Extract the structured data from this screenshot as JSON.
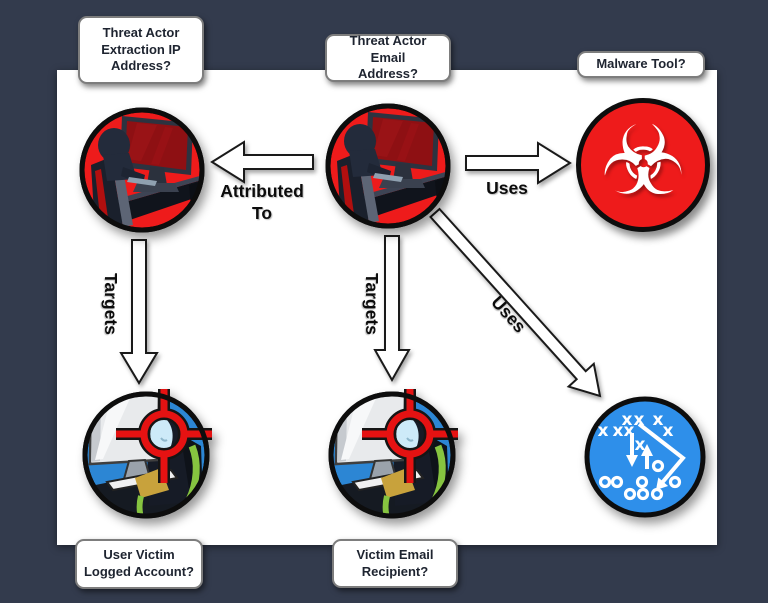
{
  "colors": {
    "background": "#333b4d",
    "canvas": "#ffffff",
    "node_red": "#ee1b1b",
    "victim_blue": "#2c86d4",
    "playbook_blue": "#2e8fea",
    "crosshair_red": "#e51212",
    "screen_red": "#8e1013",
    "arrow_fill": "#ffffff",
    "arrow_outline": "#1a1a1a",
    "box_border": "#7d7d7d",
    "label_text": "#1e2430",
    "edge_label_text": "#0c0c0c"
  },
  "nodes": {
    "threat_actor_ip": {
      "question": "Threat Actor\nExtraction IP\nAddress?",
      "icon": "threat-actor-at-computer-icon"
    },
    "threat_actor_email": {
      "question": "Threat Actor Email\nAddress?",
      "icon": "threat-actor-at-computer-icon"
    },
    "malware": {
      "question": "Malware Tool?",
      "icon": "biohazard-icon",
      "glyph": "☣"
    },
    "victim_account": {
      "question": "User Victim\nLogged Account?",
      "icon": "targeted-victim-icon"
    },
    "victim_email": {
      "question": "Victim Email\nRecipient?",
      "icon": "targeted-victim-icon"
    },
    "playbook": {
      "icon": "attack-playbook-icon",
      "x_char": "x"
    }
  },
  "edges": {
    "attributed_to": {
      "label": "Attributed\nTo",
      "from": "threat_actor_email",
      "to": "threat_actor_ip"
    },
    "uses_malware": {
      "label": "Uses",
      "from": "threat_actor_email",
      "to": "malware"
    },
    "targets_account": {
      "label": "Targets",
      "from": "threat_actor_ip",
      "to": "victim_account"
    },
    "targets_email": {
      "label": "Targets",
      "from": "threat_actor_email",
      "to": "victim_email"
    },
    "uses_playbook": {
      "label": "Uses",
      "from": "threat_actor_email",
      "to": "playbook"
    }
  }
}
